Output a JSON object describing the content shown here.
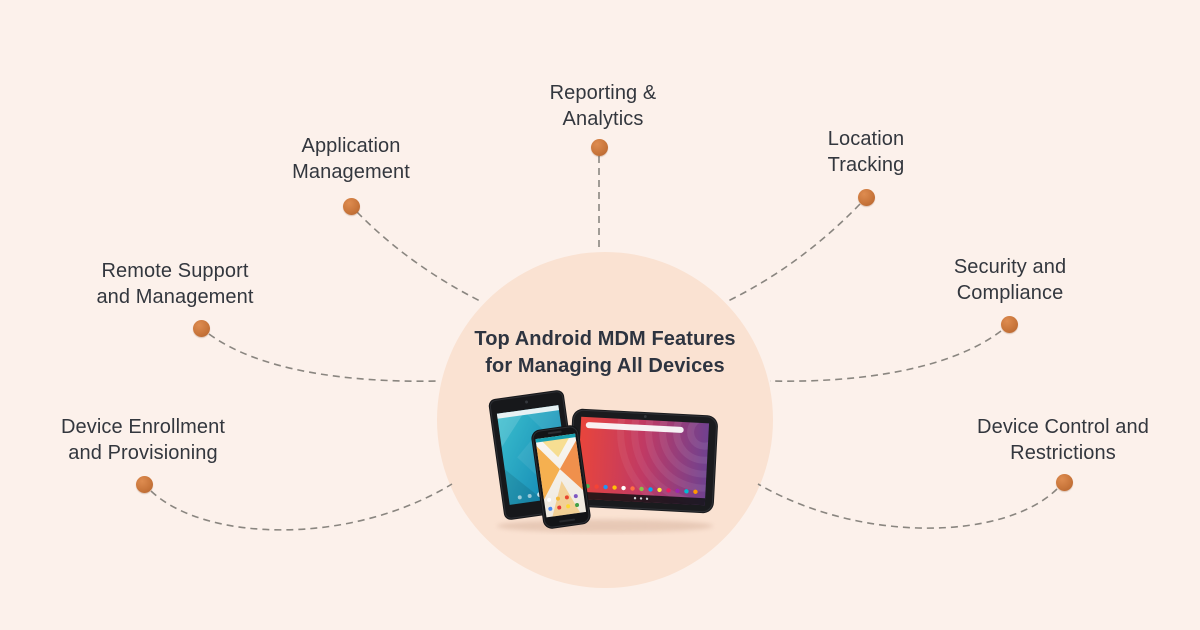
{
  "colors": {
    "background": "#FCF1EB",
    "circle": "#FAE2D2",
    "connector": "#8A8680",
    "dot": "#C9763B",
    "dot_highlight": "#DE8C50",
    "title_text": "#2E3440",
    "label_text": "#33373E"
  },
  "diagram": {
    "title_line1": "Top Android MDM Features",
    "title_line2": "for Managing All Devices",
    "illustration": "android-phone-and-tablets",
    "features": [
      {
        "id": "reporting-analytics",
        "line1": "Reporting &",
        "line2": "Analytics"
      },
      {
        "id": "application-management",
        "line1": "Application",
        "line2": "Management"
      },
      {
        "id": "location-tracking",
        "line1": "Location",
        "line2": "Tracking"
      },
      {
        "id": "remote-support-and-management",
        "line1": "Remote Support",
        "line2": "and Management"
      },
      {
        "id": "security-and-compliance",
        "line1": "Security and",
        "line2": "Compliance"
      },
      {
        "id": "device-enrollment-provisioning",
        "line1": "Device Enrollment",
        "line2": "and Provisioning"
      },
      {
        "id": "device-control-restrictions",
        "line1": "Device Control and",
        "line2": "Restrictions"
      }
    ]
  }
}
